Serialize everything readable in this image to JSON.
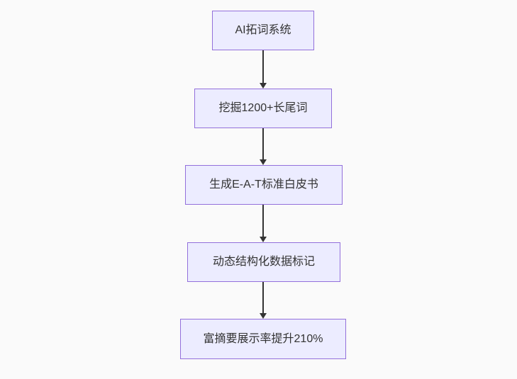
{
  "theme": {
    "background_color": "#fafafa",
    "node_fill_color": "#ECECFF",
    "node_border_color": "#9370DB",
    "text_color": "#333333",
    "arrow_color": "#333333"
  },
  "flowchart": {
    "type": "vertical-flow",
    "nodes": [
      {
        "id": "step-1",
        "label": "AI拓词系统"
      },
      {
        "id": "step-2",
        "label": "挖掘1200+长尾词"
      },
      {
        "id": "step-3",
        "label": "生成E-A-T标准白皮书"
      },
      {
        "id": "step-4",
        "label": "动态结构化数据标记"
      },
      {
        "id": "step-5",
        "label": "富摘要展示率提升210%"
      }
    ],
    "edges": [
      {
        "from": "step-1",
        "to": "step-2"
      },
      {
        "from": "step-2",
        "to": "step-3"
      },
      {
        "from": "step-3",
        "to": "step-4"
      },
      {
        "from": "step-4",
        "to": "step-5"
      }
    ]
  }
}
